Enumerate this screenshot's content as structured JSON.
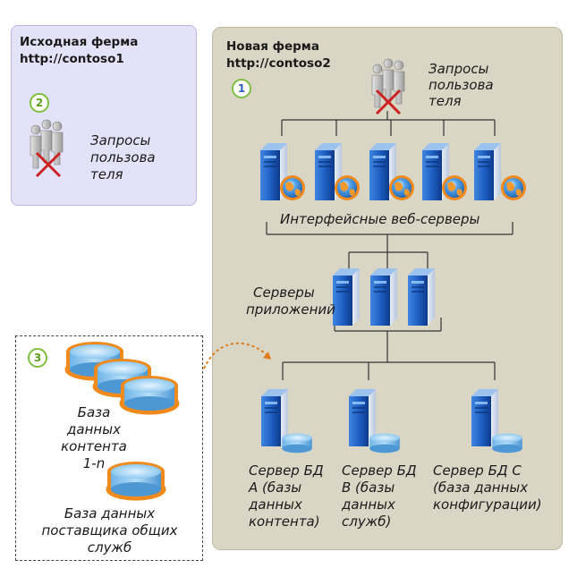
{
  "source_farm": {
    "title_line1": "Исходная ферма",
    "title_line2": "http://contoso1",
    "badge": "2",
    "requests_line1": "Запросы",
    "requests_line2": "пользова",
    "requests_line3": "теля"
  },
  "new_farm": {
    "title_line1": "Новая ферма",
    "title_line2": "http://contoso2",
    "badge": "1",
    "requests_line1": "Запросы",
    "requests_line2": "пользова",
    "requests_line3": "теля",
    "web_servers_label": "Интерфейсные веб-серверы",
    "app_servers_line1": "Серверы",
    "app_servers_line2": "приложений",
    "db_server_a": [
      "Сервер БД",
      "А (базы",
      "данных",
      "контента)"
    ],
    "db_server_b": [
      "Сервер БД",
      "В (базы",
      "данных",
      "служб)"
    ],
    "db_server_c": [
      "Сервер БД С",
      "(база данных",
      "конфигурации)"
    ]
  },
  "databases": {
    "badge": "3",
    "content_db": [
      "База",
      "данных",
      "контента",
      "1-n"
    ],
    "ssp_db": [
      "База данных",
      "поставщика общих",
      "служб"
    ]
  },
  "colors": {
    "source_bg": "#e3e2f8",
    "new_farm_bg": "#d9d6c6",
    "server_blue": "#1e5bb5",
    "globe_orange": "#f08a1c",
    "cross_red": "#cc2222",
    "badge_ring": "#7fbf3f",
    "arrow_orange": "#e07a1a"
  }
}
